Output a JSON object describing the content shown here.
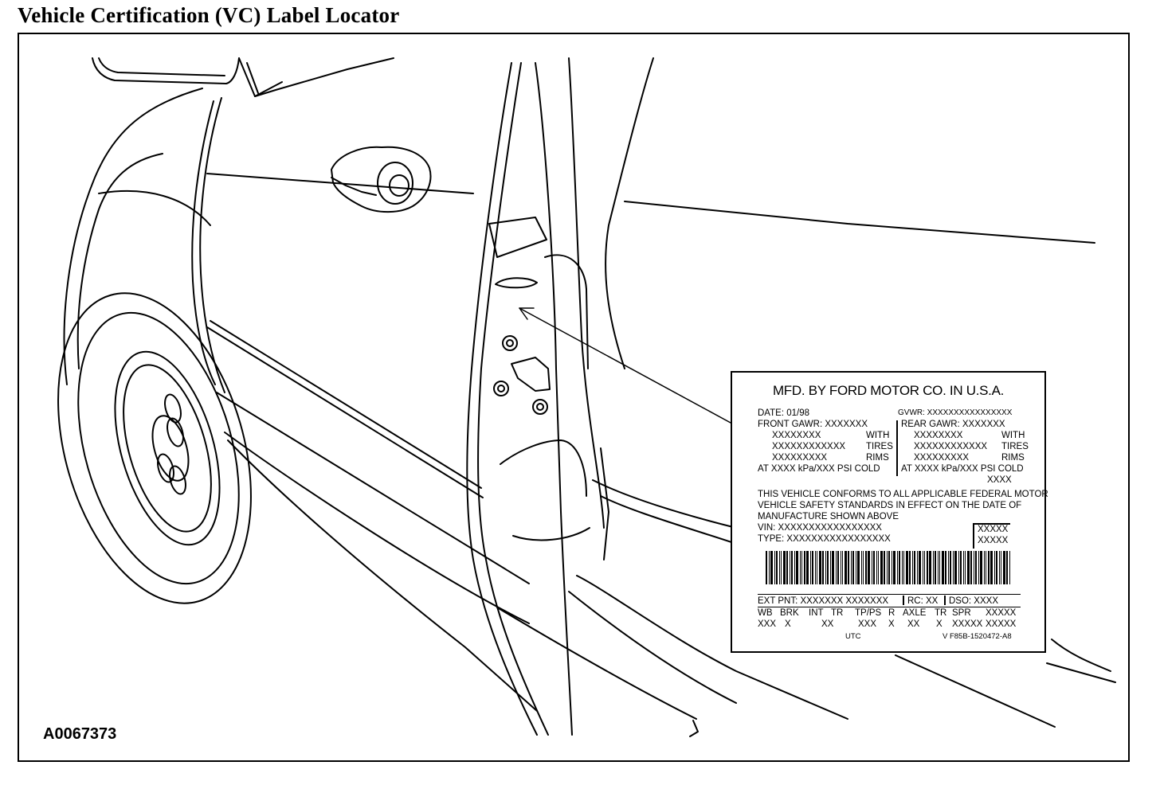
{
  "title": "Vehicle Certification (VC) Label Locator",
  "figure_id": "A0067373",
  "label": {
    "header": "MFD. BY FORD MOTOR CO. IN U.S.A.",
    "date": "DATE: 01/98",
    "gvwr": "GVWR:   XXXXXXXXXXXXXXXX",
    "front_gawr": "FRONT GAWR: XXXXXXX",
    "rear_gawr": "REAR GAWR: XXXXXXX",
    "front_l1": "XXXXXXXX",
    "front_l2": "XXXXXXXXXXXX",
    "front_l3": "XXXXXXXXX",
    "rear_l1": "XXXXXXXX",
    "rear_l2": "XXXXXXXXXXXX",
    "rear_l3": "XXXXXXXXX",
    "with": "WITH",
    "tires": "TIRES",
    "rims": "RIMS",
    "with_r": "WITH",
    "tires_r": "TIRES",
    "rims_r": "RIMS",
    "front_at": "AT XXXX   kPa/XXX   PSI   COLD",
    "rear_at": "AT XXXX   kPa/XXX   PSI   COLD",
    "rear_extra": "XXXX",
    "conform_1": "THIS VEHICLE CONFORMS TO ALL APPLICABLE FEDERAL MOTOR",
    "conform_2": "VEHICLE SAFETY STANDARDS IN EFFECT ON THE DATE OF",
    "conform_3": "MANUFACTURE SHOWN ABOVE",
    "vin": "VIN:   XXXXXXXXXXXXXXXXX",
    "type": "TYPE:  XXXXXXXXXXXXXXXXX",
    "box_1": "XXXXX",
    "box_2": "XXXXX",
    "ext_pnt": "EXT PNT:   XXXXXXX  XXXXXXX",
    "rc": "RC:   XX",
    "dso": "DSO:    XXXX",
    "codes_headers": [
      "WB",
      "BRK",
      "INT",
      "TR",
      "TP/PS",
      "R",
      "AXLE",
      "TR",
      "SPR",
      "XXXXX"
    ],
    "codes_values": [
      "XXX",
      "X",
      "XX",
      "XXX",
      "X",
      "XX",
      "X",
      "XXXXX",
      "XXXXX"
    ],
    "utc": "UTC",
    "part_no": "V F85B-1520472-A8"
  }
}
